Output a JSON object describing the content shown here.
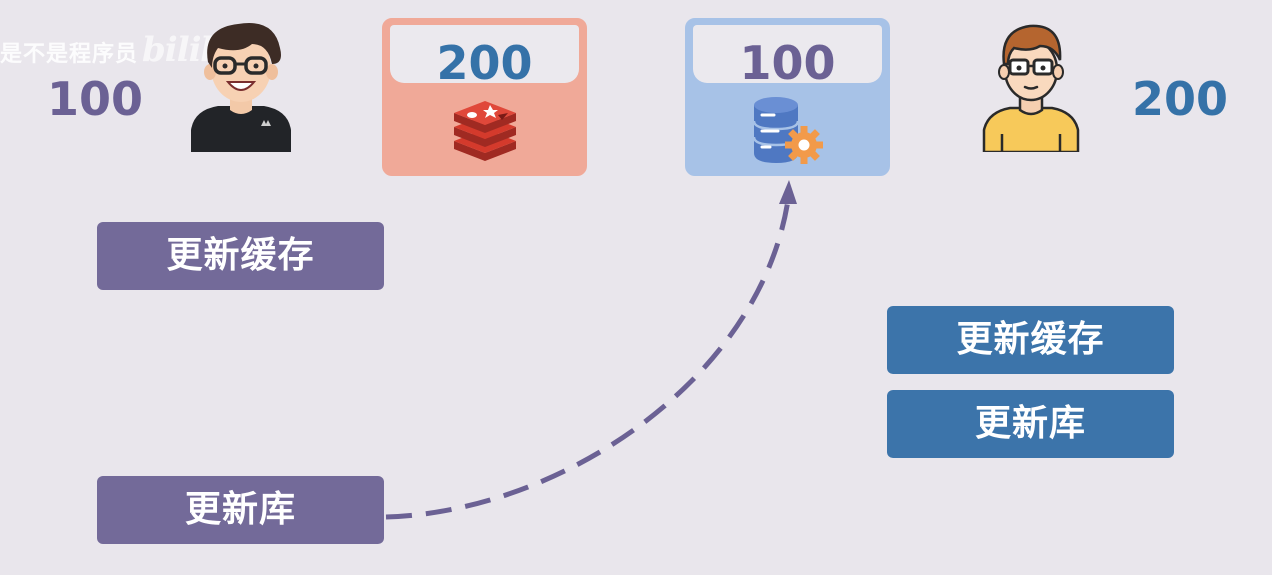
{
  "watermark": {
    "text": "是不是程序员",
    "logo": "bilibili"
  },
  "left_user": {
    "value": "100",
    "avatar_icon": "user-avatar-icon"
  },
  "cache": {
    "value": "200",
    "icon": "redis-icon",
    "color": "#f0a998"
  },
  "database": {
    "value": "100",
    "icon": "database-gear-icon",
    "color": "#a7c2e7"
  },
  "right_user": {
    "value": "200",
    "avatar_icon": "user-avatar-icon"
  },
  "left_steps": {
    "update_cache": "更新缓存",
    "update_db": "更新库",
    "color": "#736a99"
  },
  "right_steps": {
    "update_cache": "更新缓存",
    "update_db": "更新库",
    "color": "#3c74aa"
  },
  "colors": {
    "background": "#e9e6ec",
    "purple_text": "#6b6194",
    "blue_text": "#3572a8",
    "arrow": "#6b6194"
  }
}
